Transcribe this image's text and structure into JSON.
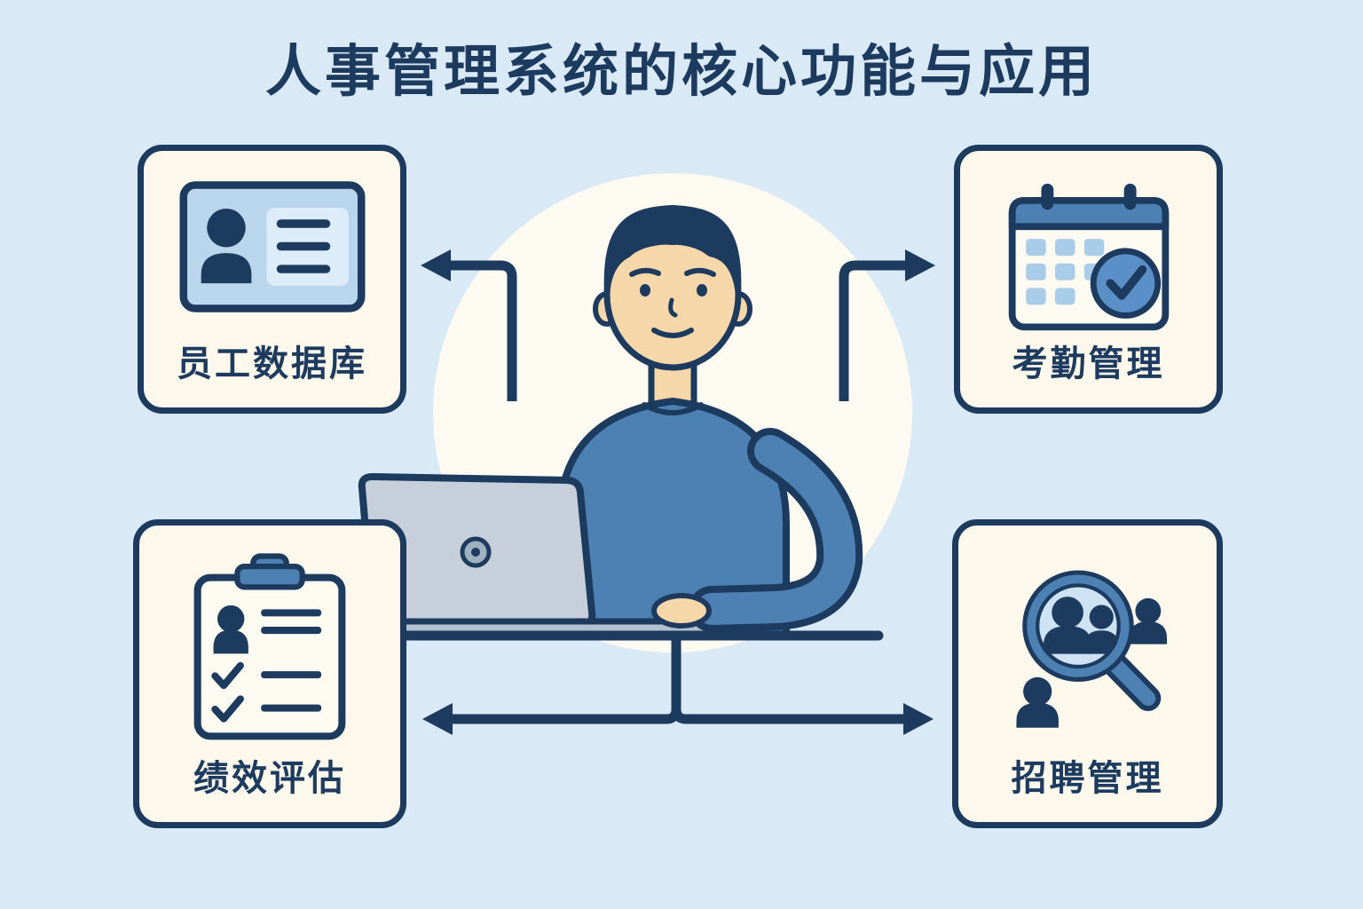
{
  "title": "人事管理系统的核心功能与应用",
  "nodes": {
    "employee_db": {
      "label": "员工数据库"
    },
    "attendance": {
      "label": "考勤管理"
    },
    "performance": {
      "label": "绩效评估"
    },
    "recruitment": {
      "label": "招聘管理"
    }
  },
  "colors": {
    "background": "#d9e9f5",
    "navy": "#1d3a5f",
    "box_background": "#fcf8ec",
    "accent_blue": "#4d80b3",
    "light_blue": "#b9d6ed",
    "skin": "#f6d7a9",
    "laptop_gray": "#c7d0da",
    "center_circle": "#fdfaf1"
  }
}
